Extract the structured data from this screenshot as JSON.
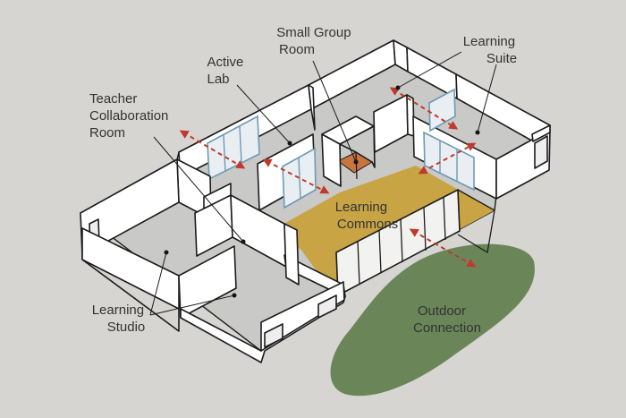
{
  "labels": {
    "small_group_room": [
      "Small Group",
      "Room"
    ],
    "learning_suite": [
      "Learning",
      "Suite"
    ],
    "active_lab": [
      "Active",
      "Lab"
    ],
    "teacher_collaboration_room": [
      "Teacher",
      "Collaboration",
      "Room"
    ],
    "learning_commons": [
      "Learning",
      "Commons"
    ],
    "learning_studio": [
      "Learning",
      "Studio"
    ],
    "outdoor_connection": [
      "Outdoor",
      "Connection"
    ]
  },
  "colors": {
    "background": "#d6d5d1",
    "learning_commons": "#c8a445",
    "outdoor_connection": "#6a8658",
    "arrows": "#c0392b",
    "glass": "#6f9ab3",
    "small_group_floor": "#c9753e"
  }
}
